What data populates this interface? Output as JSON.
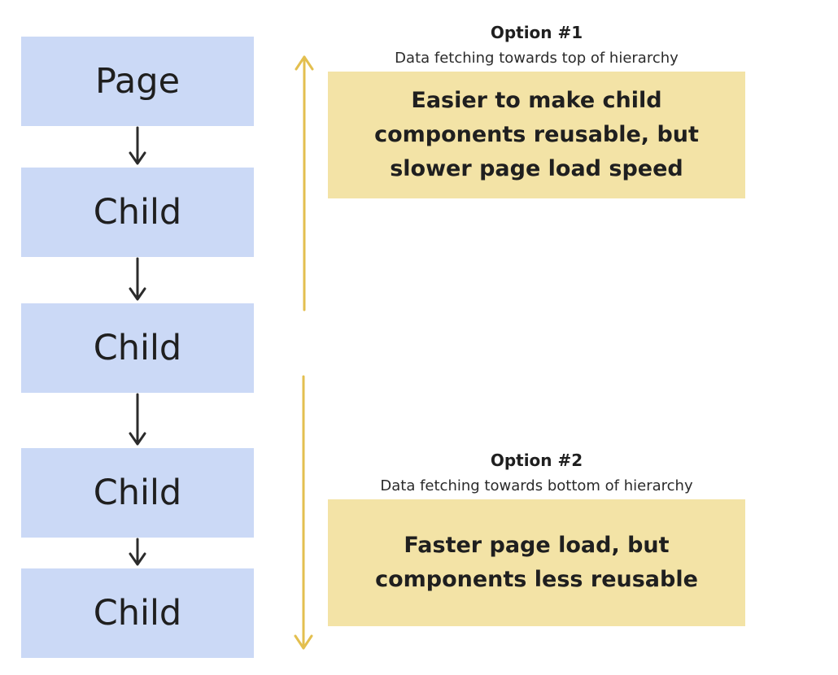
{
  "colors": {
    "node_fill": "#cbd9f6",
    "note_fill": "#f3e3a6",
    "connector": "#2b2b2b",
    "range_arrow": "#e3bf4f",
    "text": "#1f1f1f"
  },
  "hierarchy": {
    "nodes": [
      {
        "label": "Page"
      },
      {
        "label": "Child"
      },
      {
        "label": "Child"
      },
      {
        "label": "Child"
      },
      {
        "label": "Child"
      }
    ]
  },
  "options": [
    {
      "title": "Option #1",
      "subtitle": "Data fetching towards top of hierarchy",
      "note": "Easier to make child components reusable, but slower page load speed",
      "range_direction": "up"
    },
    {
      "title": "Option #2",
      "subtitle": "Data fetching towards bottom of hierarchy",
      "note": "Faster page load, but components less reusable",
      "range_direction": "down"
    }
  ]
}
